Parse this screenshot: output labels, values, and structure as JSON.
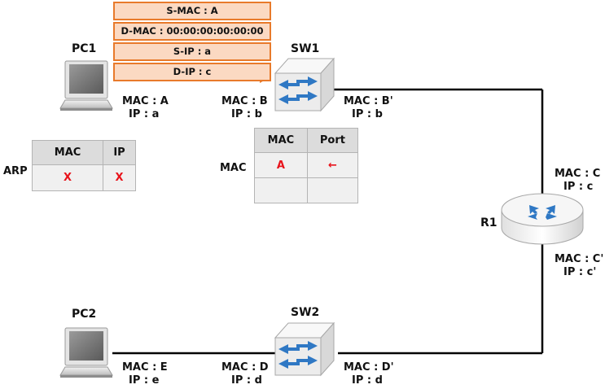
{
  "packet": {
    "rows": [
      "S-MAC : A",
      "D-MAC : 00:00:00:00:00:00",
      "S-IP : a",
      "D-IP : c"
    ],
    "border_color": "#e87a2b",
    "fill_color": "#fbd9c2"
  },
  "pc1": {
    "name": "PC1",
    "mac": "MAC : A",
    "ip": "IP : a",
    "arp_label": "ARP",
    "arp_table": {
      "headers": [
        "MAC",
        "IP"
      ],
      "rows": [
        [
          "X",
          "X"
        ]
      ]
    }
  },
  "sw1": {
    "name": "SW1",
    "left_mac": "MAC : B",
    "left_ip": "IP : b",
    "right_mac": "MAC : B'",
    "right_ip": "IP : b",
    "mac_table_label": "MAC",
    "mac_table": {
      "headers": [
        "MAC",
        "Port"
      ],
      "rows": [
        [
          "A",
          "←"
        ],
        [
          "",
          ""
        ]
      ]
    }
  },
  "r1": {
    "name": "R1",
    "top_mac": "MAC : C",
    "top_ip": "IP : c",
    "bottom_mac": "MAC : C'",
    "bottom_ip": "IP : c'"
  },
  "sw2": {
    "name": "SW2",
    "left_mac": "MAC : D",
    "left_ip": "IP : d",
    "right_mac": "MAC : D'",
    "right_ip": "IP : d"
  },
  "pc2": {
    "name": "PC2",
    "mac": "MAC : E",
    "ip": "IP : e"
  },
  "colors": {
    "arrow": "#e87a2b",
    "highlight_text": "#e8131b",
    "switch_arrow": "#2f78c4"
  }
}
